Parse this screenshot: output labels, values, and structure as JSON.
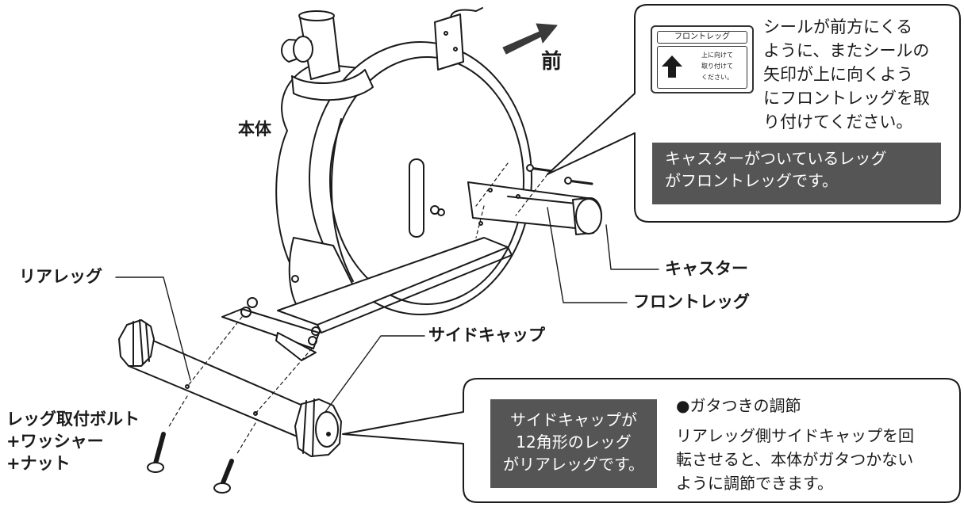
{
  "labels": {
    "body": "本体",
    "front": "前",
    "rear_leg": "リアレッグ",
    "caster": "キャスター",
    "front_leg": "フロントレッグ",
    "side_cap": "サイドキャップ",
    "bolt_1": "レッグ取付ボルト",
    "bolt_2": "+ワッシャー",
    "bolt_3": "+ナット"
  },
  "sticker": {
    "header": "フロントレッグ",
    "line1": "上に向けて",
    "line2": "取り付けて",
    "line3": "ください。"
  },
  "top_callout": {
    "lines": [
      "シールが前方にくる",
      "ように、またシールの",
      "矢印が上に向くよう",
      "にフロントレッグを取",
      "り付けてください。"
    ],
    "box_lines": [
      "キャスターがついているレッグ",
      "がフロントレッグです。"
    ]
  },
  "bottom_callout": {
    "box_lines": [
      "サイドキャップが",
      "12角形のレッグ",
      "がリアレッグです。"
    ],
    "heading": "●ガタつきの調節",
    "lines": [
      "リアレッグ側サイドキャップを回",
      "転させると、本体がガタつかない",
      "ように調節できます。"
    ]
  },
  "colors": {
    "line": "#1a1a1a",
    "box_fill": "#555555",
    "box_text": "#ffffff",
    "background": "#ffffff"
  }
}
